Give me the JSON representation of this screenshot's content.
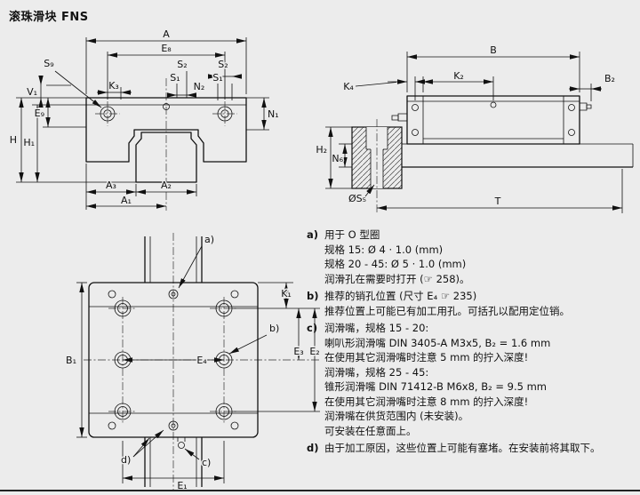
{
  "page": {
    "title": "滚珠滑块 FNS"
  },
  "labels": {
    "front": {
      "A": "A",
      "E8": "E₈",
      "S9": "S₉",
      "K3": "K₃",
      "S2a": "S₂",
      "S2b": "S₂",
      "S1a": "S₁",
      "S1b": "S₁",
      "N2": "N₂",
      "V1": "V₁",
      "E9": "E₉",
      "H": "H",
      "H1": "H₁",
      "N1": "N₁",
      "A3": "A₃",
      "A2": "A₂",
      "A1": "A₁"
    },
    "side": {
      "B": "B",
      "K2": "K₂",
      "B2": "B₂",
      "K4": "K₄",
      "H2": "H₂",
      "N6": "N₆",
      "S5": "ØS₅",
      "T": "T"
    },
    "top": {
      "a": "a)",
      "b": "b)",
      "c": "c)",
      "d": "d)",
      "K1": "K₁",
      "B1": "B₁",
      "E4": "E₄",
      "E3": "E₃",
      "E2": "E₂",
      "E1": "E₁"
    }
  },
  "notes": {
    "a": {
      "key": "a)",
      "l1": "用于 O 型圈",
      "l2": "规格 15: Ø 4 · 1.0 (mm)",
      "l3": "规格 20 - 45: Ø 5 · 1.0 (mm)",
      "l4": "润滑孔在需要时打开 (☞ 258)。"
    },
    "b": {
      "key": "b)",
      "l1": "推荐的销孔位置 (尺寸 E₄ ☞ 235)",
      "l2": "推荐位置上可能已有加工用孔。可括孔以配用定位销。"
    },
    "c": {
      "key": "c)",
      "l1": "润滑嘴，规格 15 - 20:",
      "l2": "喇叭形润滑嘴 DIN 3405-A M3x5, B₂ = 1.6 mm",
      "l3": "在使用其它润滑嘴时注意 5 mm 的拧入深度!",
      "l4": "润滑嘴，规格 25 - 45:",
      "l5": "锥形润滑嘴 DIN 71412-B M6x8, B₂ = 9.5 mm",
      "l6": "在使用其它润滑嘴时注意 8 mm 的拧入深度!",
      "l7": "润滑嘴在供货范围内 (未安装)。",
      "l8": "可安装在任意面上。"
    },
    "d": {
      "key": "d)",
      "l1": "由于加工原因，这些位置上可能有塞堵。在安装前将其取下。"
    }
  }
}
